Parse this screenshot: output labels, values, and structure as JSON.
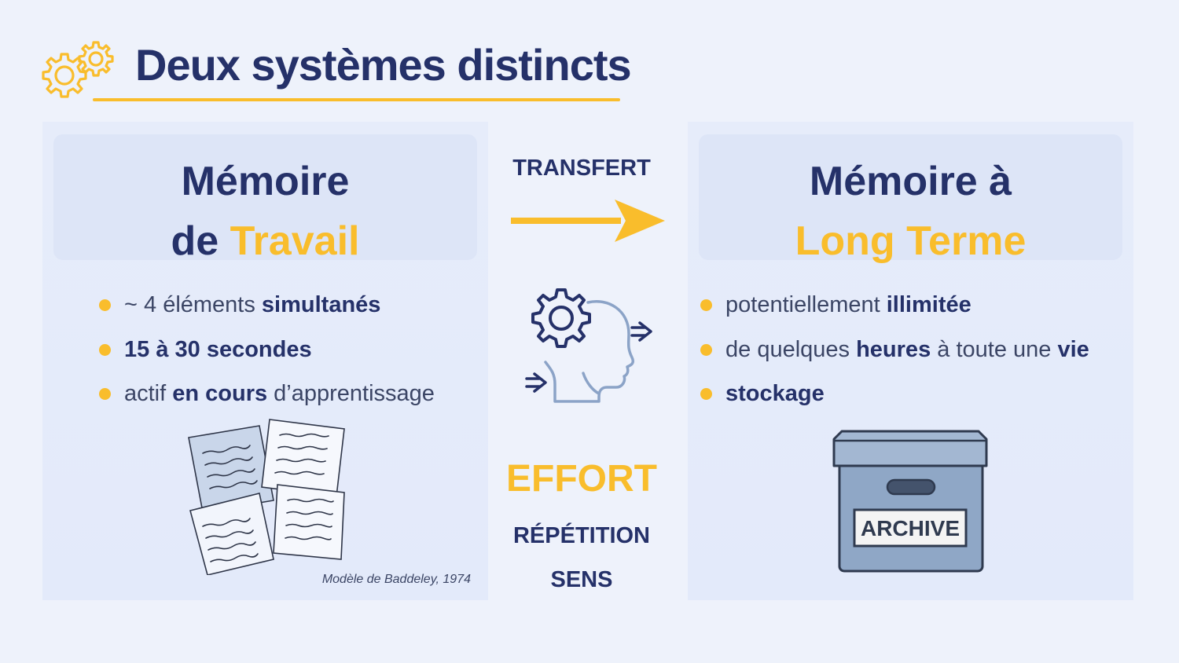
{
  "header": {
    "title": "Deux systèmes distincts",
    "icon": "gears-icon",
    "accent_color": "#f9bd2c",
    "navy_color": "#253169"
  },
  "left_panel": {
    "title_line1": "Mémoire",
    "title_line2_prefix": "de ",
    "title_line2_accent": "Travail",
    "bullets": [
      {
        "pre": "~ 4 ",
        "bold1": "",
        "mid": "éléments ",
        "bold2": "simultanés",
        "post": ""
      },
      {
        "pre": "",
        "bold1": "15 à 30 secondes",
        "mid": "",
        "bold2": "",
        "post": ""
      },
      {
        "pre": "actif ",
        "bold1": "en cours",
        "mid": " d’apprentissage",
        "bold2": "",
        "post": ""
      }
    ],
    "illustration": "papers-icon",
    "caption": "Modèle de Baddeley, 1974"
  },
  "middle": {
    "transfer_label": "TRANSFERT",
    "arrow_icon": "right-arrow-icon",
    "head_icon": "head-gear-icon",
    "effort": "EFFORT",
    "repetition": "RÉPÉTITION",
    "sens": "SENS"
  },
  "right_panel": {
    "title_line1": "Mémoire à",
    "title_line2_accent": "Long Terme",
    "bullets": [
      {
        "pre": "potentiellement ",
        "bold1": "illimitée",
        "mid": "",
        "bold2": "",
        "post": ""
      },
      {
        "pre": "de quelques ",
        "bold1": "heures",
        "mid": " à toute une ",
        "bold2": "vie",
        "post": ""
      },
      {
        "pre": "",
        "bold1": "stockage",
        "mid": "",
        "bold2": "",
        "post": ""
      }
    ],
    "illustration": "archive-box-icon",
    "archive_label": "ARCHIVE"
  }
}
